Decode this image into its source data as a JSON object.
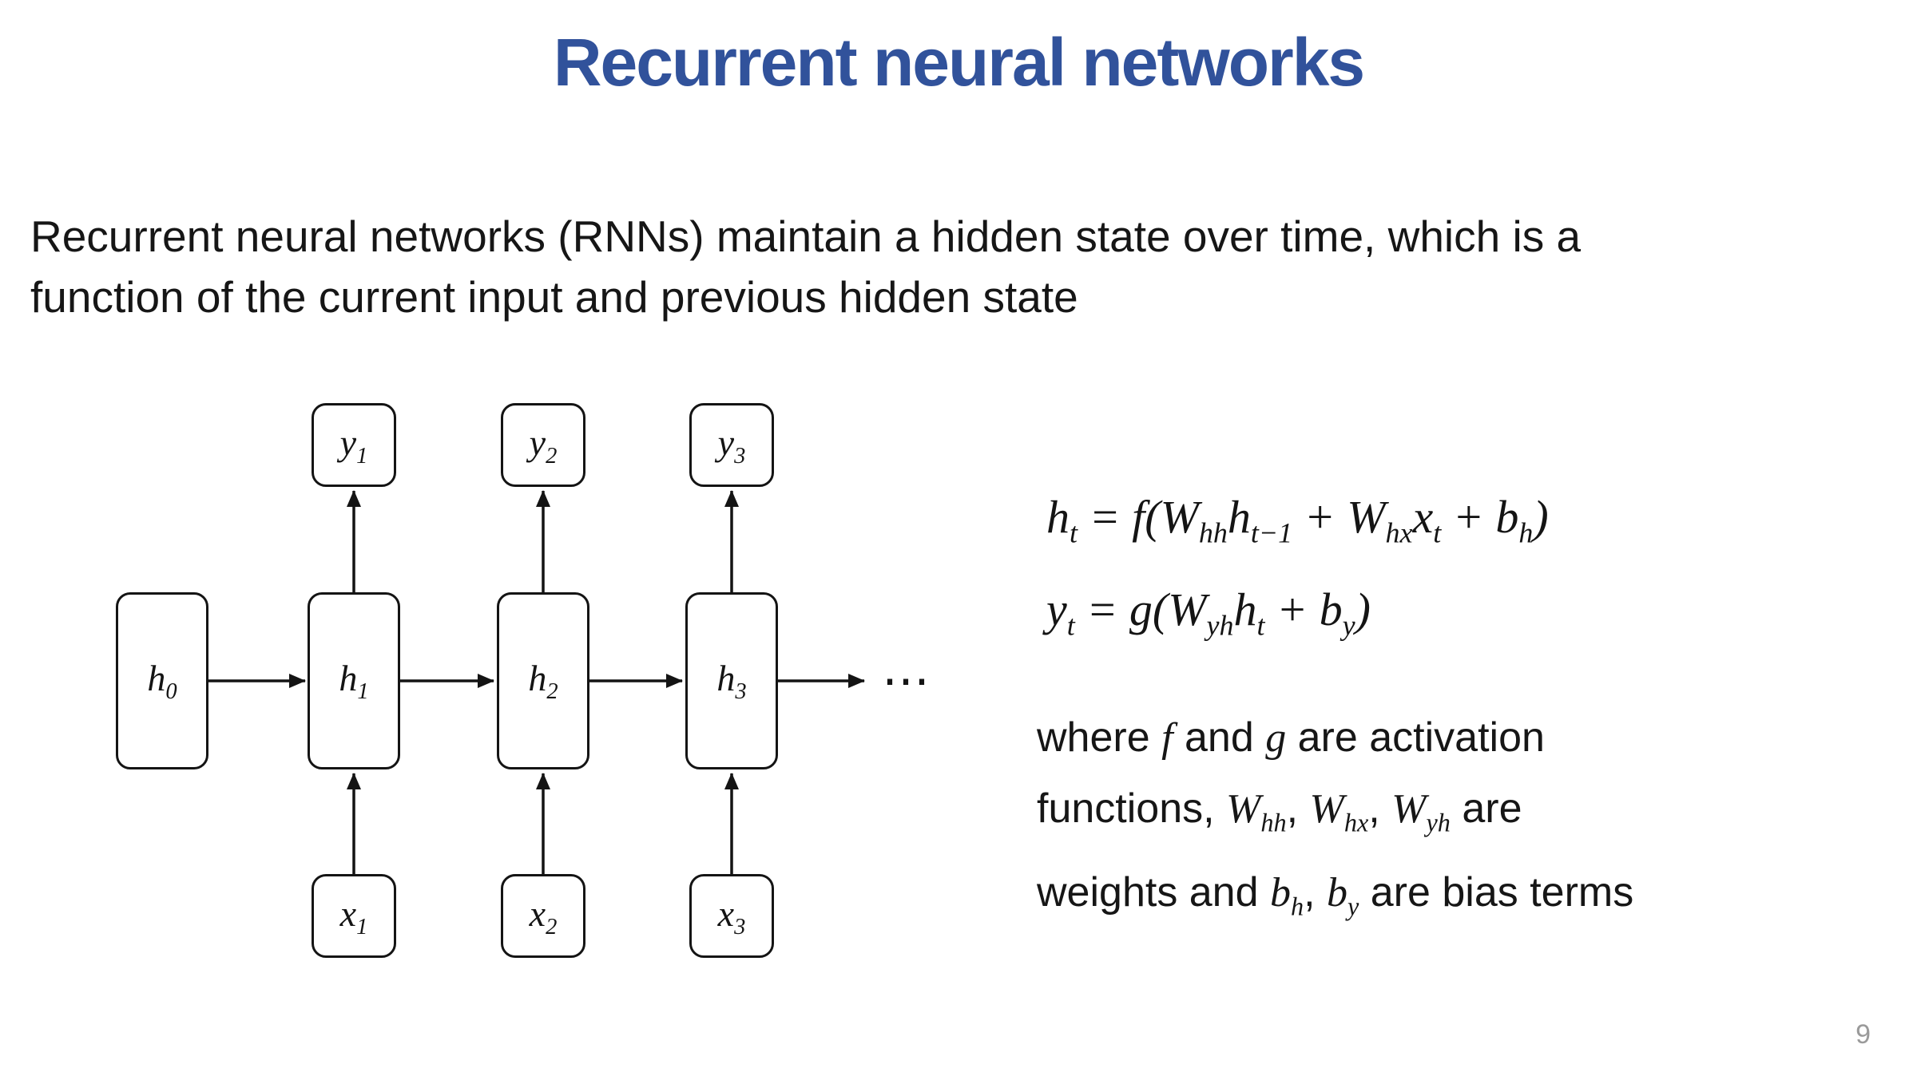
{
  "slide": {
    "title": "Recurrent neural networks",
    "title_color": "#31529B",
    "body_lines": [
      "Recurrent neural networks (RNNs) maintain a hidden state over time, which is a",
      "function of the current input and previous hidden state"
    ],
    "page_number": "9"
  },
  "diagram": {
    "hidden_nodes": [
      "h_{0}",
      "h_{1}",
      "h_{2}",
      "h_{3}"
    ],
    "output_nodes": [
      "y_{1}",
      "y_{2}",
      "y_{3}"
    ],
    "input_nodes": [
      "x_{1}",
      "x_{2}",
      "x_{3}"
    ],
    "ellipsis": "⋯"
  },
  "equations": {
    "hidden_state": "h_{t} = f(W_{hh}h_{t−1} + W_{hx}x_{t} + b_{h})",
    "output": "y_{t} = g(W_{yh}h_{t} + b_{y})"
  },
  "explanation_lines": [
    "where $f$ and $g$ are activation",
    "functions, $W_{hh}$, $W_{hx}$, $W_{yh}$ are",
    "weights and $b_{h}$, $b_{y}$ are bias terms"
  ]
}
